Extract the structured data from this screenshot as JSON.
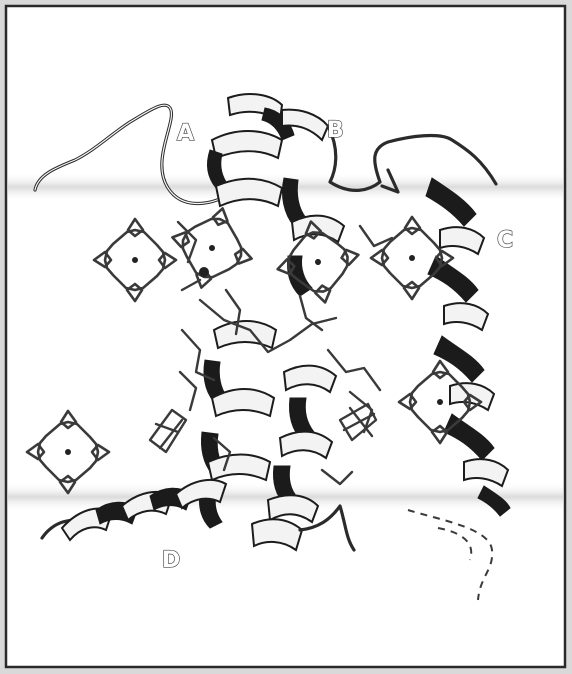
{
  "labels": {
    "A": "A",
    "B": "B",
    "C": "C",
    "D": "D"
  },
  "colors": {
    "background": "#d9d9d9",
    "panel": "#ffffff",
    "border": "#2a2a2a",
    "ink": "#1b1b1b"
  }
}
